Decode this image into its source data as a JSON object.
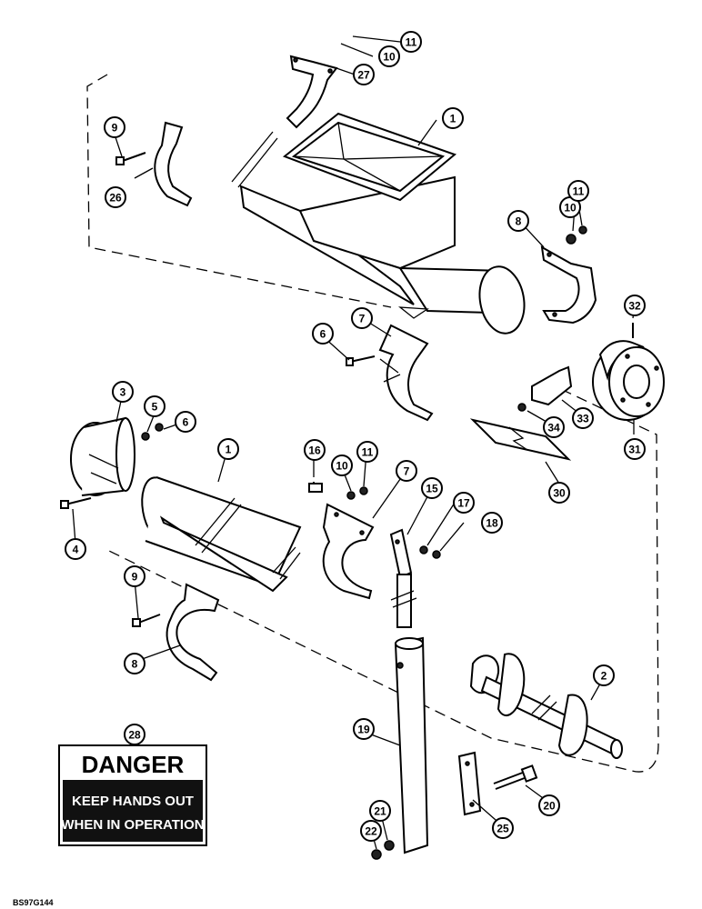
{
  "callouts": [
    {
      "id": "c11a",
      "label": "11"
    },
    {
      "id": "c10a",
      "label": "10"
    },
    {
      "id": "c27",
      "label": "27"
    },
    {
      "id": "c9a",
      "label": "9"
    },
    {
      "id": "c1a",
      "label": "1"
    },
    {
      "id": "c26",
      "label": "26"
    },
    {
      "id": "c10b",
      "label": "10"
    },
    {
      "id": "c11b",
      "label": "11"
    },
    {
      "id": "c8a",
      "label": "8"
    },
    {
      "id": "c32",
      "label": "32"
    },
    {
      "id": "c7a",
      "label": "7"
    },
    {
      "id": "c6a",
      "label": "6"
    },
    {
      "id": "c3",
      "label": "3"
    },
    {
      "id": "c5",
      "label": "5"
    },
    {
      "id": "c6b",
      "label": "6"
    },
    {
      "id": "c1b",
      "label": "1"
    },
    {
      "id": "c16",
      "label": "16"
    },
    {
      "id": "c10c",
      "label": "10"
    },
    {
      "id": "c11c",
      "label": "11"
    },
    {
      "id": "c7b",
      "label": "7"
    },
    {
      "id": "c33",
      "label": "33"
    },
    {
      "id": "c34",
      "label": "34"
    },
    {
      "id": "c31",
      "label": "31"
    },
    {
      "id": "c30",
      "label": "30"
    },
    {
      "id": "c15",
      "label": "15"
    },
    {
      "id": "c17",
      "label": "17"
    },
    {
      "id": "c18",
      "label": "18"
    },
    {
      "id": "c4",
      "label": "4"
    },
    {
      "id": "c9b",
      "label": "9"
    },
    {
      "id": "c8b",
      "label": "8"
    },
    {
      "id": "c2",
      "label": "2"
    },
    {
      "id": "c28",
      "label": "28"
    },
    {
      "id": "c19",
      "label": "19"
    },
    {
      "id": "c20",
      "label": "20"
    },
    {
      "id": "c25",
      "label": "25"
    },
    {
      "id": "c21",
      "label": "21"
    },
    {
      "id": "c22",
      "label": "22"
    }
  ],
  "danger_sign": {
    "title": "DANGER",
    "line1": "KEEP HANDS OUT",
    "line2": "WHEN IN OPERATION"
  },
  "drawing_code": "BS97G144"
}
